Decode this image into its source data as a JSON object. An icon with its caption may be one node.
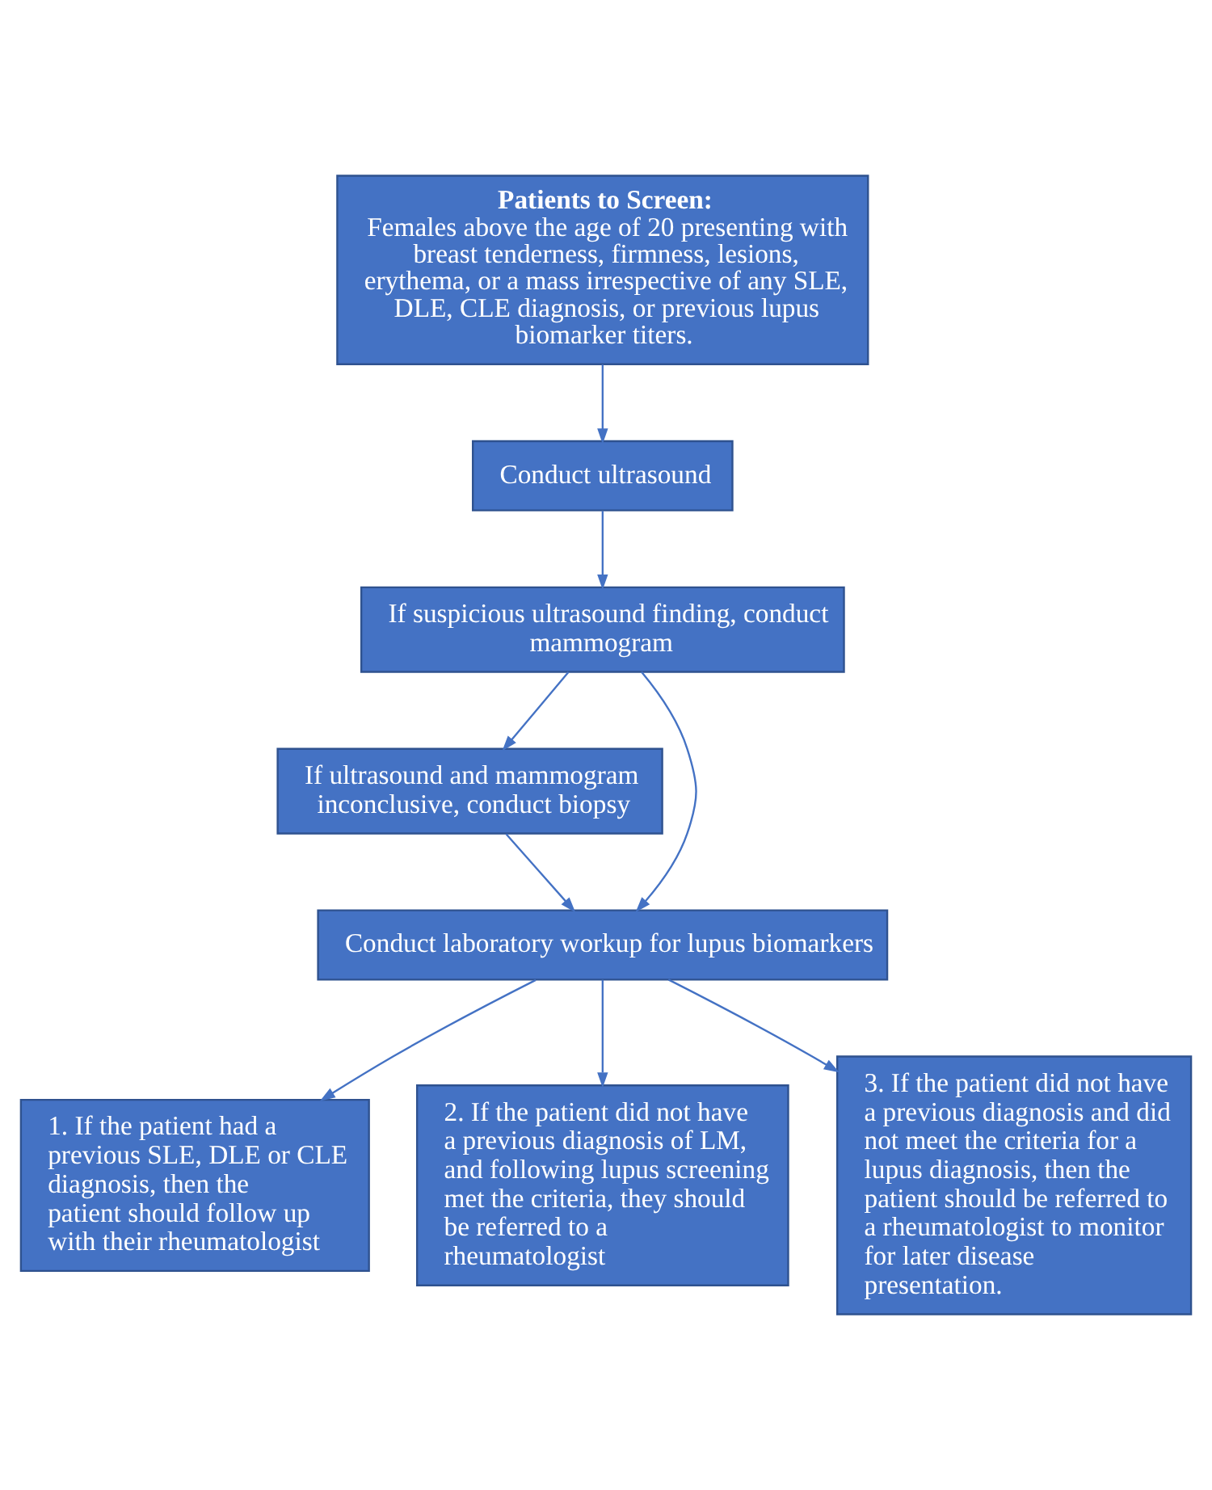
{
  "diagram": {
    "nodes": [
      {
        "text": [
          "Patients to Screen:",
          "Females above the age of 20 presenting with breast tenderness, firmness, lesions, erythema, or a mass irrespective of any SLE, DLE, CLE diagnosis, or previous lupus biomarker titers."
        ]
      },
      {
        "text": [
          "Conduct ultrasound"
        ]
      },
      {
        "text": [
          "If suspicious ultrasound finding, conduct mammogram"
        ]
      },
      {
        "text": [
          "If ultrasound and mammogram inconclusive, conduct biopsy"
        ]
      },
      {
        "text": [
          "Conduct laboratory workup for lupus biomarkers"
        ]
      },
      {
        "text": [
          "1. If the patient had a previous SLE, DLE or CLE diagnosis, then the patient should follow up with their rheumatologist"
        ]
      },
      {
        "text": [
          "2. If the patient did not have a previous diagnosis of LM, and following lupus screening met the criteria, they should be referred to a rheumatologist"
        ]
      },
      {
        "text": [
          "3. If the patient did not have a previous diagnosis and did not meet the criteria for a lupus diagnosis, then the patient should be referred to a rheumatologist to monitor for later disease presentation."
        ]
      }
    ],
    "edges": [
      {
        "from": 0,
        "to": 1,
        "arrow": "to"
      },
      {
        "from": 1,
        "to": 2,
        "arrow": "to"
      },
      {
        "from": 2,
        "to": 4,
        "arrow": "to"
      },
      {
        "from": 2,
        "to": 3,
        "arrow": "to"
      },
      {
        "from": 3,
        "to": 4,
        "arrow": "to"
      },
      {
        "from": 4,
        "to": 5,
        "arrow": "to"
      },
      {
        "from": 4,
        "to": 6,
        "arrow": "to"
      },
      {
        "from": 4,
        "to": 7,
        "arrow": "to"
      }
    ]
  }
}
